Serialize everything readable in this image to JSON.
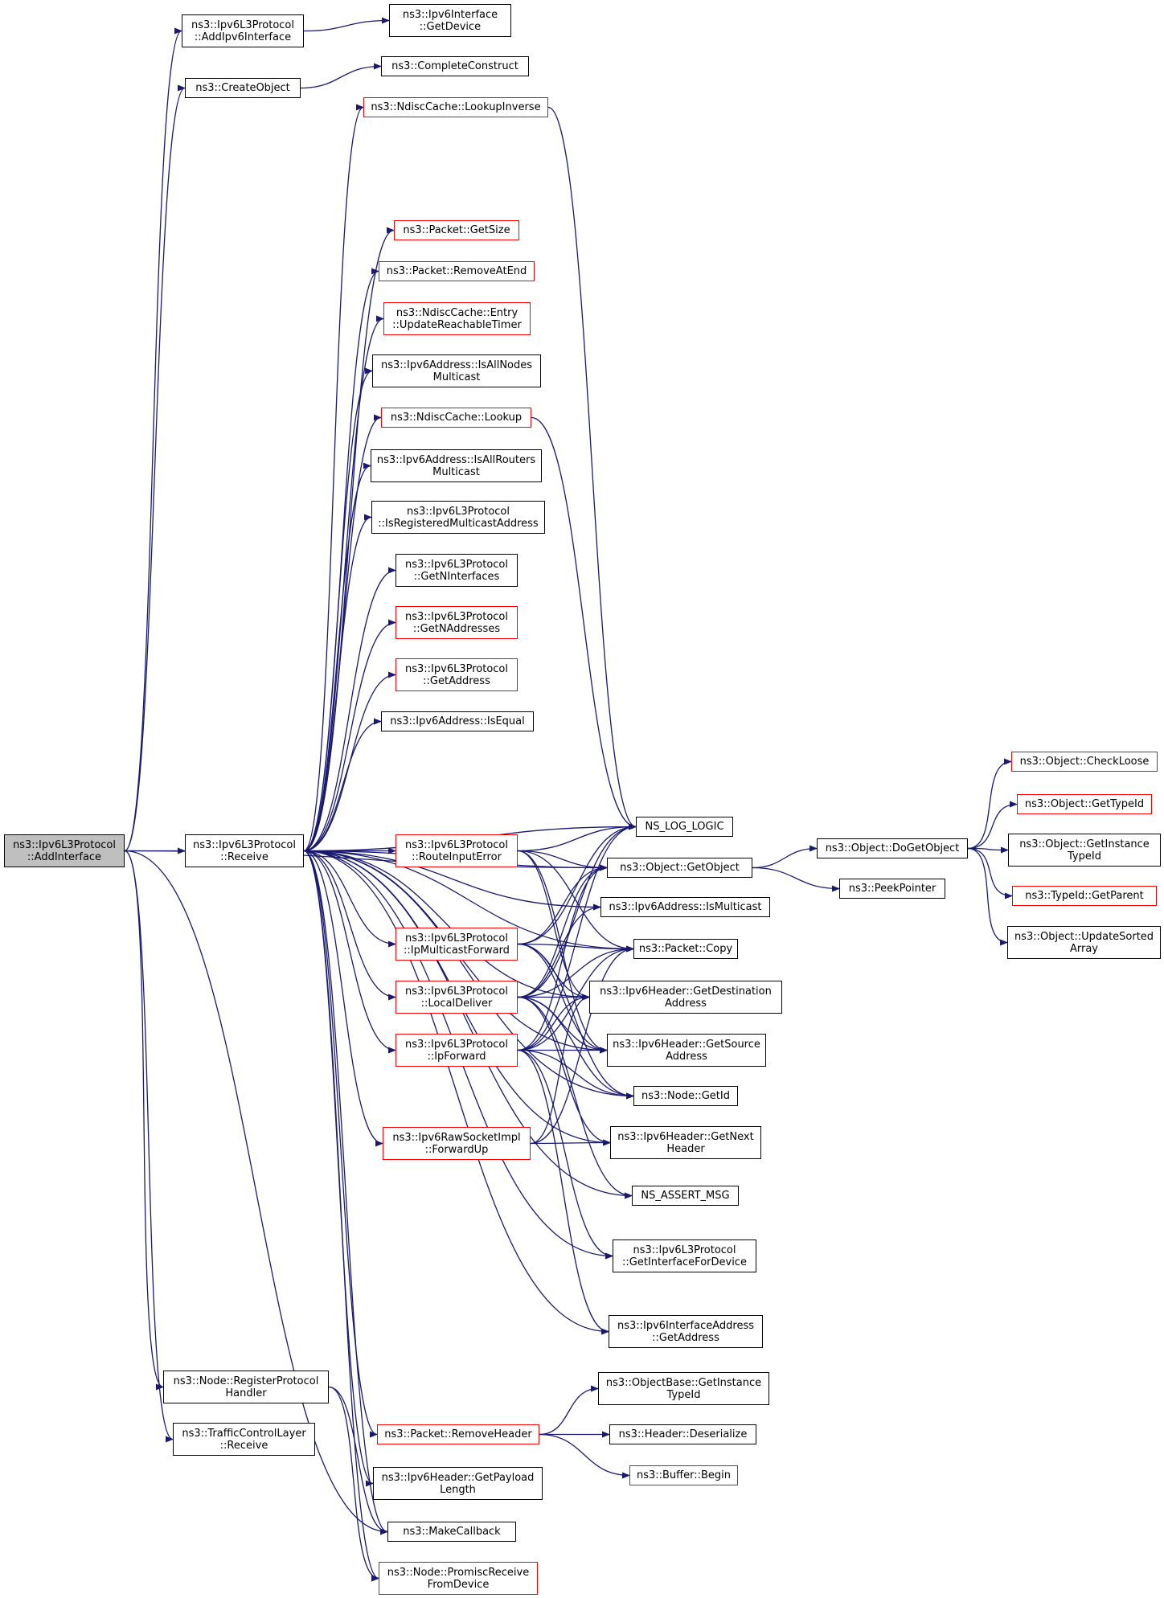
{
  "colors": {
    "edge": "#191970",
    "ok_border": "#000000",
    "incomplete_border": "#ff0000",
    "root_fill": "#bfbfbf",
    "node_fill": "#ffffff"
  },
  "nodes": [
    {
      "id": "root",
      "lines": [
        "ns3::Ipv6L3Protocol",
        "::AddInterface"
      ],
      "style": "root"
    },
    {
      "id": "addipv6iface",
      "lines": [
        "ns3::Ipv6L3Protocol",
        "::AddIpv6Interface"
      ],
      "style": "normal"
    },
    {
      "id": "getdevice",
      "lines": [
        "ns3::Ipv6Interface",
        "::GetDevice"
      ],
      "style": "normal"
    },
    {
      "id": "createobject",
      "lines": [
        "ns3::CreateObject"
      ],
      "style": "normal"
    },
    {
      "id": "completeconstruct",
      "lines": [
        "ns3::CompleteConstruct"
      ],
      "style": "normal"
    },
    {
      "id": "lookupinverse",
      "lines": [
        "ns3::NdiscCache::LookupInverse"
      ],
      "style": "red"
    },
    {
      "id": "getsize",
      "lines": [
        "ns3::Packet::GetSize"
      ],
      "style": "red"
    },
    {
      "id": "removeatend",
      "lines": [
        "ns3::Packet::RemoveAtEnd"
      ],
      "style": "red"
    },
    {
      "id": "updatereachable",
      "lines": [
        "ns3::NdiscCache::Entry",
        "::UpdateReachableTimer"
      ],
      "style": "red"
    },
    {
      "id": "isallnodes",
      "lines": [
        "ns3::Ipv6Address::IsAllNodes",
        "Multicast"
      ],
      "style": "normal"
    },
    {
      "id": "lookup",
      "lines": [
        "ns3::NdiscCache::Lookup"
      ],
      "style": "red"
    },
    {
      "id": "isallrouters",
      "lines": [
        "ns3::Ipv6Address::IsAllRouters",
        "Multicast"
      ],
      "style": "normal"
    },
    {
      "id": "isregmc",
      "lines": [
        "ns3::Ipv6L3Protocol",
        "::IsRegisteredMulticastAddress"
      ],
      "style": "normal"
    },
    {
      "id": "getninterfaces",
      "lines": [
        "ns3::Ipv6L3Protocol",
        "::GetNInterfaces"
      ],
      "style": "normal"
    },
    {
      "id": "getnaddresses",
      "lines": [
        "ns3::Ipv6L3Protocol",
        "::GetNAddresses"
      ],
      "style": "red"
    },
    {
      "id": "getaddress",
      "lines": [
        "ns3::Ipv6L3Protocol",
        "::GetAddress"
      ],
      "style": "red"
    },
    {
      "id": "isequal",
      "lines": [
        "ns3::Ipv6Address::IsEqual"
      ],
      "style": "normal"
    },
    {
      "id": "receive",
      "lines": [
        "ns3::Ipv6L3Protocol",
        "::Receive"
      ],
      "style": "normal"
    },
    {
      "id": "routeinputerror",
      "lines": [
        "ns3::Ipv6L3Protocol",
        "::RouteInputError"
      ],
      "style": "red"
    },
    {
      "id": "ipmcforward",
      "lines": [
        "ns3::Ipv6L3Protocol",
        "::IpMulticastForward"
      ],
      "style": "red"
    },
    {
      "id": "localdeliver",
      "lines": [
        "ns3::Ipv6L3Protocol",
        "::LocalDeliver"
      ],
      "style": "red"
    },
    {
      "id": "ipforward",
      "lines": [
        "ns3::Ipv6L3Protocol",
        "::IpForward"
      ],
      "style": "red"
    },
    {
      "id": "forwardup",
      "lines": [
        "ns3::Ipv6RawSocketImpl",
        "::ForwardUp"
      ],
      "style": "red"
    },
    {
      "id": "nslog",
      "lines": [
        "NS_LOG_LOGIC"
      ],
      "style": "normal"
    },
    {
      "id": "getobject",
      "lines": [
        "ns3::Object::GetObject"
      ],
      "style": "normal"
    },
    {
      "id": "ismulticast",
      "lines": [
        "ns3::Ipv6Address::IsMulticast"
      ],
      "style": "normal"
    },
    {
      "id": "copy",
      "lines": [
        "ns3::Packet::Copy"
      ],
      "style": "normal"
    },
    {
      "id": "getdest",
      "lines": [
        "ns3::Ipv6Header::GetDestination",
        "Address"
      ],
      "style": "normal"
    },
    {
      "id": "getsource",
      "lines": [
        "ns3::Ipv6Header::GetSource",
        "Address"
      ],
      "style": "normal"
    },
    {
      "id": "getid",
      "lines": [
        "ns3::Node::GetId"
      ],
      "style": "normal"
    },
    {
      "id": "getnext",
      "lines": [
        "ns3::Ipv6Header::GetNext",
        "Header"
      ],
      "style": "normal"
    },
    {
      "id": "nsassert",
      "lines": [
        "NS_ASSERT_MSG"
      ],
      "style": "normal"
    },
    {
      "id": "getifacefordev",
      "lines": [
        "ns3::Ipv6L3Protocol",
        "::GetInterfaceForDevice"
      ],
      "style": "normal"
    },
    {
      "id": "ifaceaddr",
      "lines": [
        "ns3::Ipv6InterfaceAddress",
        "::GetAddress"
      ],
      "style": "normal"
    },
    {
      "id": "dogetobject",
      "lines": [
        "ns3::Object::DoGetObject"
      ],
      "style": "normal"
    },
    {
      "id": "peekpointer",
      "lines": [
        "ns3::PeekPointer"
      ],
      "style": "normal"
    },
    {
      "id": "checkloose",
      "lines": [
        "ns3::Object::CheckLoose"
      ],
      "style": "red"
    },
    {
      "id": "gettypeid",
      "lines": [
        "ns3::Object::GetTypeId"
      ],
      "style": "red"
    },
    {
      "id": "getinsttypeid",
      "lines": [
        "ns3::Object::GetInstance",
        "TypeId"
      ],
      "style": "normal"
    },
    {
      "id": "getparent",
      "lines": [
        "ns3::TypeId::GetParent"
      ],
      "style": "red"
    },
    {
      "id": "updatesorted",
      "lines": [
        "ns3::Object::UpdateSorted",
        "Array"
      ],
      "style": "normal"
    },
    {
      "id": "registerhandler",
      "lines": [
        "ns3::Node::RegisterProtocol",
        "Handler"
      ],
      "style": "normal"
    },
    {
      "id": "tclreceive",
      "lines": [
        "ns3::TrafficControlLayer",
        "::Receive"
      ],
      "style": "normal"
    },
    {
      "id": "objbasetypeid",
      "lines": [
        "ns3::ObjectBase::GetInstance",
        "TypeId"
      ],
      "style": "normal"
    },
    {
      "id": "removeheader",
      "lines": [
        "ns3::Packet::RemoveHeader"
      ],
      "style": "red"
    },
    {
      "id": "deserialize",
      "lines": [
        "ns3::Header::Deserialize"
      ],
      "style": "normal"
    },
    {
      "id": "bufferbegin",
      "lines": [
        "ns3::Buffer::Begin"
      ],
      "style": "red"
    },
    {
      "id": "payloadlen",
      "lines": [
        "ns3::Ipv6Header::GetPayload",
        "Length"
      ],
      "style": "normal"
    },
    {
      "id": "makecallback",
      "lines": [
        "ns3::MakeCallback"
      ],
      "style": "normal"
    },
    {
      "id": "promisc",
      "lines": [
        "ns3::Node::PromiscReceive",
        "FromDevice"
      ],
      "style": "red"
    }
  ],
  "edges": [
    [
      "root",
      "addipv6iface"
    ],
    [
      "root",
      "createobject"
    ],
    [
      "root",
      "receive"
    ],
    [
      "root",
      "getobject"
    ],
    [
      "root",
      "registerhandler"
    ],
    [
      "root",
      "tclreceive"
    ],
    [
      "root",
      "makecallback"
    ],
    [
      "addipv6iface",
      "getdevice"
    ],
    [
      "createobject",
      "completeconstruct"
    ],
    [
      "receive",
      "lookupinverse"
    ],
    [
      "receive",
      "nslog"
    ],
    [
      "receive",
      "getsize"
    ],
    [
      "receive",
      "removeatend"
    ],
    [
      "receive",
      "updatereachable"
    ],
    [
      "receive",
      "isallnodes"
    ],
    [
      "receive",
      "lookup"
    ],
    [
      "receive",
      "isallrouters"
    ],
    [
      "receive",
      "isregmc"
    ],
    [
      "receive",
      "getninterfaces"
    ],
    [
      "receive",
      "getnaddresses"
    ],
    [
      "receive",
      "getaddress"
    ],
    [
      "receive",
      "isequal"
    ],
    [
      "receive",
      "routeinputerror"
    ],
    [
      "receive",
      "ipmcforward"
    ],
    [
      "receive",
      "localdeliver"
    ],
    [
      "receive",
      "ipforward"
    ],
    [
      "receive",
      "forwardup"
    ],
    [
      "receive",
      "getobject"
    ],
    [
      "receive",
      "ismulticast"
    ],
    [
      "receive",
      "copy"
    ],
    [
      "receive",
      "getdest"
    ],
    [
      "receive",
      "getsource"
    ],
    [
      "receive",
      "getid"
    ],
    [
      "receive",
      "getnext"
    ],
    [
      "receive",
      "nsassert"
    ],
    [
      "receive",
      "getifacefordev"
    ],
    [
      "receive",
      "ifaceaddr"
    ],
    [
      "receive",
      "removeheader"
    ],
    [
      "receive",
      "payloadlen"
    ],
    [
      "receive",
      "makecallback"
    ],
    [
      "receive",
      "promisc"
    ],
    [
      "lookupinverse",
      "nslog"
    ],
    [
      "lookup",
      "nslog"
    ],
    [
      "routeinputerror",
      "nslog"
    ],
    [
      "routeinputerror",
      "getobject"
    ],
    [
      "routeinputerror",
      "copy"
    ],
    [
      "routeinputerror",
      "getdest"
    ],
    [
      "routeinputerror",
      "getsource"
    ],
    [
      "ipmcforward",
      "nslog"
    ],
    [
      "ipmcforward",
      "getobject"
    ],
    [
      "ipmcforward",
      "copy"
    ],
    [
      "ipmcforward",
      "getdest"
    ],
    [
      "ipmcforward",
      "getsource"
    ],
    [
      "ipmcforward",
      "getid"
    ],
    [
      "localdeliver",
      "nslog"
    ],
    [
      "localdeliver",
      "getobject"
    ],
    [
      "localdeliver",
      "ismulticast"
    ],
    [
      "localdeliver",
      "copy"
    ],
    [
      "localdeliver",
      "getdest"
    ],
    [
      "localdeliver",
      "getsource"
    ],
    [
      "localdeliver",
      "getid"
    ],
    [
      "localdeliver",
      "getnext"
    ],
    [
      "localdeliver",
      "nsassert"
    ],
    [
      "ipforward",
      "nslog"
    ],
    [
      "ipforward",
      "getobject"
    ],
    [
      "ipforward",
      "copy"
    ],
    [
      "ipforward",
      "getdest"
    ],
    [
      "ipforward",
      "getsource"
    ],
    [
      "ipforward",
      "getid"
    ],
    [
      "ipforward",
      "getifacefordev"
    ],
    [
      "ipforward",
      "ifaceaddr"
    ],
    [
      "forwardup",
      "copy"
    ],
    [
      "forwardup",
      "getdest"
    ],
    [
      "forwardup",
      "getnext"
    ],
    [
      "getobject",
      "dogetobject"
    ],
    [
      "getobject",
      "peekpointer"
    ],
    [
      "dogetobject",
      "checkloose"
    ],
    [
      "dogetobject",
      "gettypeid"
    ],
    [
      "dogetobject",
      "getinsttypeid"
    ],
    [
      "dogetobject",
      "getparent"
    ],
    [
      "dogetobject",
      "updatesorted"
    ],
    [
      "registerhandler",
      "makecallback"
    ],
    [
      "registerhandler",
      "promisc"
    ],
    [
      "removeheader",
      "objbasetypeid"
    ],
    [
      "removeheader",
      "deserialize"
    ],
    [
      "removeheader",
      "bufferbegin"
    ]
  ]
}
